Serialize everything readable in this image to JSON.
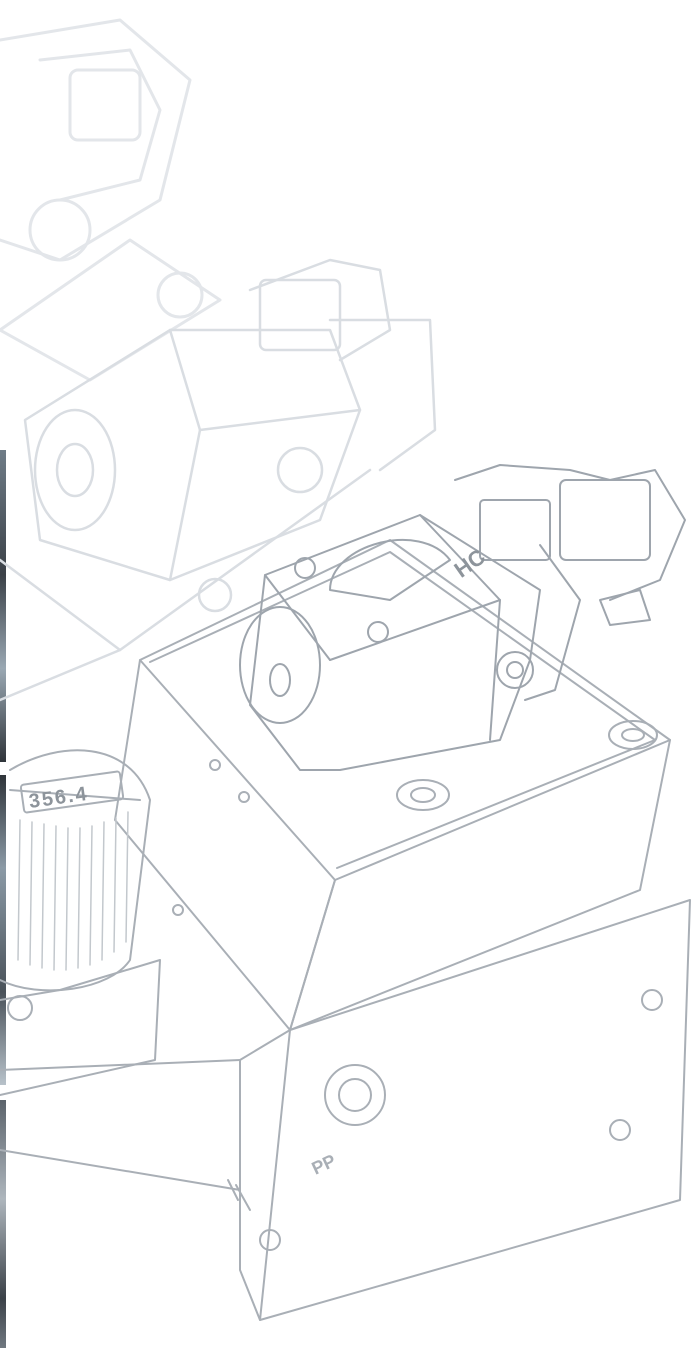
{
  "illustration": {
    "subject": "hydraulic-valve-assembly-line-drawing",
    "counter_readout": "356.4",
    "port_label_top": "HC",
    "port_label_front": "PP",
    "colors": {
      "background": "#ffffff",
      "faint_line": "#d4d8dd",
      "main_line": "#a9afb6",
      "edge_strip_dark": "#3b4148",
      "edge_strip_mid": "#8b9aa6"
    }
  }
}
